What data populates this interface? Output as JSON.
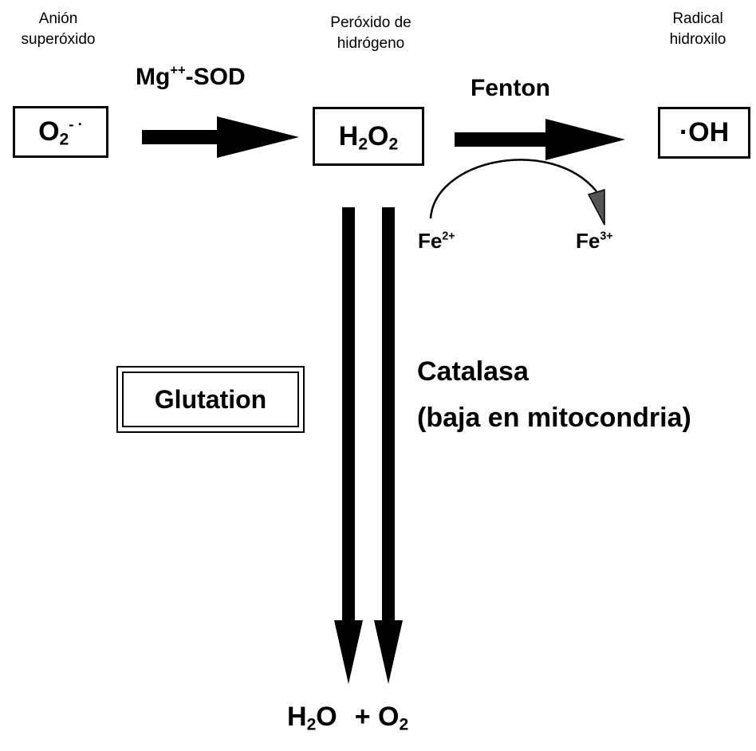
{
  "species": {
    "superoxide": {
      "label_line1": "Anión",
      "label_line2": "superóxido",
      "formula_base": "O",
      "formula_sub": "2",
      "formula_sup": "- ·"
    },
    "peroxide": {
      "label_line1": "Peróxido de",
      "label_line2": "hidrógeno",
      "f1": "H",
      "f1_sub": "2",
      "f2": "O",
      "f2_sub": "2"
    },
    "hydroxyl": {
      "label_line1": "Radical",
      "label_line2": "hidroxilo",
      "formula": "·OH"
    }
  },
  "enzymes": {
    "sod_base": "Mg",
    "sod_sup": "++",
    "sod_rest": "-SOD",
    "fenton": "Fenton",
    "catalase_line1": "Catalasa",
    "catalase_line2": "(baja en mitocondria)",
    "glutathione": "Glutation"
  },
  "iron": {
    "fe2_base": "Fe",
    "fe2_sup": "2+",
    "fe3_base": "Fe",
    "fe3_sup": "3+"
  },
  "products": {
    "water_h": "H",
    "water_sub": "2",
    "water_o": "O",
    "plus_o": "+ O",
    "o2_sub": "2"
  }
}
